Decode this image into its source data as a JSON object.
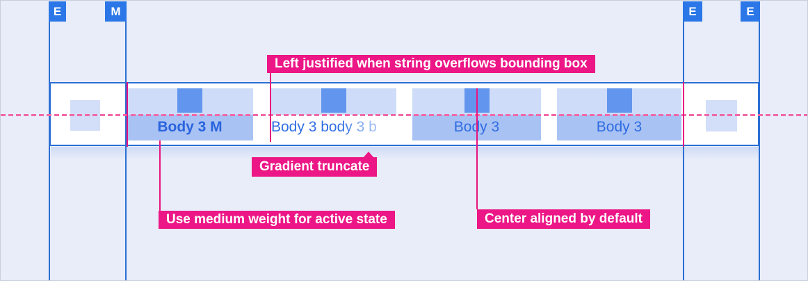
{
  "markers": [
    {
      "letter": "E",
      "meaning": "edge-margin-left"
    },
    {
      "letter": "M",
      "meaning": "gutter-margin-left"
    },
    {
      "letter": "E",
      "meaning": "edge-margin-right-inner"
    },
    {
      "letter": "E",
      "meaning": "edge-margin-right-outer"
    }
  ],
  "tabs": [
    {
      "label": "Body 3 M",
      "state": "active",
      "icon": "square-icon"
    },
    {
      "label": "Body 3 body 3 b",
      "state": "overflow-gradient-truncated",
      "icon": "square-icon"
    },
    {
      "label": "Body 3",
      "state": "default",
      "icon": "square-icon"
    },
    {
      "label": "Body 3",
      "state": "default",
      "icon": "square-icon"
    }
  ],
  "annotations": {
    "left_justified": {
      "text": "Left justified when string overflows bounding box"
    },
    "gradient_truncate": {
      "text": "Gradient truncate"
    },
    "medium_weight": {
      "text": "Use medium weight for active state"
    },
    "center_aligned": {
      "text": "Center aligned by default"
    }
  },
  "colors": {
    "background": "#e8edf9",
    "band_fill": "#ffffff",
    "guide_blue": "#2b6fd4",
    "marker_blue": "#2b77e8",
    "tab_icon_area": "#cfdcf9",
    "tab_label_area": "#a9c2f4",
    "tab_icon": "#6296ee",
    "tab_text": "#2e6ce2",
    "annotation_magenta": "#ec1686",
    "connector_magenta": "#e9137e",
    "dashed_pink": "#f168a8"
  }
}
